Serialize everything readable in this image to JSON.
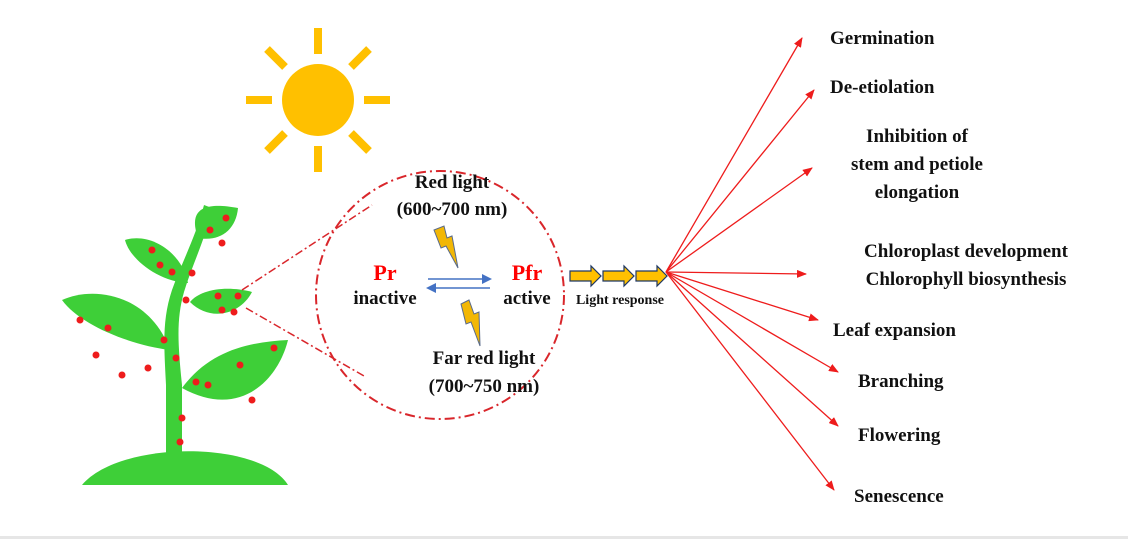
{
  "colors": {
    "plant_green": "#3ecf38",
    "spot_red": "#ee1c1c",
    "sun_orange": "#ffc000",
    "ring_red": "#d9262b",
    "arrow_red": "#ee1c1c",
    "arrow_blue": "#4472c4",
    "bolt_yellow": "#f2b705",
    "bolt_outline": "#5a6b8a",
    "label_red": "#ff0000",
    "text_dark": "#111111"
  },
  "icons": [
    "sun-icon",
    "plant-icon",
    "lightning-bolt-icon",
    "block-arrow-icon"
  ],
  "photoreceptor": {
    "pr_symbol": "Pr",
    "pr_state": "inactive",
    "pfr_symbol": "Pfr",
    "pfr_state": "active",
    "red_light_label": "Red light",
    "red_light_range": "(600~700 nm)",
    "far_red_label": "Far red light",
    "far_red_range": "(700~750 nm)",
    "light_response_label": "Light response"
  },
  "responses": [
    {
      "lines": [
        "Germination"
      ]
    },
    {
      "lines": [
        "De-etiolation"
      ]
    },
    {
      "lines": [
        "Inhibition of",
        "stem and petiole",
        "elongation"
      ]
    },
    {
      "lines": [
        "Chloroplast development",
        "Chlorophyll biosynthesis"
      ]
    },
    {
      "lines": [
        "Leaf expansion"
      ]
    },
    {
      "lines": [
        "Branching"
      ]
    },
    {
      "lines": [
        "Flowering"
      ]
    },
    {
      "lines": [
        "Senescence"
      ]
    }
  ]
}
